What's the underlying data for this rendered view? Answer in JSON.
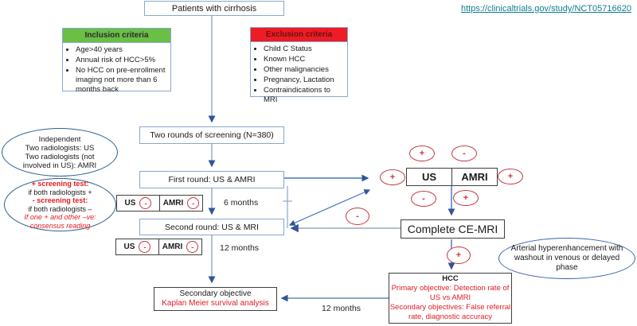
{
  "link": {
    "text": "https://clinicaltrials.gov/study/NCT05716620"
  },
  "colors": {
    "inclusion_header_green": "#6abf45",
    "exclusion_header_red": "#ee1c24",
    "red_accent": "#c4373d",
    "red_text": "#e01b22",
    "arrow_blue": "#2f5597",
    "box_border_blue": "#8aa8cc",
    "oval_border_navy": "#2e5f8f",
    "link_teal": "#0f7e8e"
  },
  "flow": {
    "patients": "Patients with cirrhosis",
    "two_rounds": "Two rounds of screening (N=380)",
    "first_round": "First round: US & AMRI",
    "second_round": "Second round: US & MRI",
    "interval_first": "6 months",
    "interval_second": "12 months",
    "interval_outcome": "12 months",
    "complete_cemri": "Complete CE-MRI"
  },
  "inclusion": {
    "title": "Inclusion criteria",
    "items": [
      "Age>40 years",
      "Annual risk of HCC>5%",
      "No HCC on pre-enrollment imaging not more than 6 months back"
    ]
  },
  "exclusion": {
    "title": "Exclusion criteria",
    "items": [
      "Child C Status",
      "Known HCC",
      "Other malignancies",
      "Pregnancy, Lactation",
      "Contraindications to MRI"
    ]
  },
  "radiologists_oval": {
    "line1": "Independent",
    "line2": "Two radiologists: US",
    "line3": "Two radiologists (not involved in US): AMRI"
  },
  "screening_oval": {
    "pos_label": "+  screening test:",
    "pos_rule": "if both radiologists +",
    "neg_label": "-   screening test:",
    "neg_rule": "if both radiologists –",
    "consensus1": "If one + and other –ve:",
    "consensus2": "consensus  reading"
  },
  "arterial_oval": {
    "text": "Arterial hyperenhancement with washout in venous or delayed phase"
  },
  "modality": {
    "us": "US",
    "amri": "AMRI"
  },
  "signs": {
    "plus": "+",
    "minus": "-"
  },
  "hcc": {
    "title": "HCC",
    "primary": "Primary objective: Detection rate of US vs AMRI",
    "secondary": "Secondary objectives: False referral rate, diagnostic accuracy"
  },
  "secondary_objective": {
    "title": "Secondary objective",
    "detail": "Kaplan Meier survival analysis"
  }
}
